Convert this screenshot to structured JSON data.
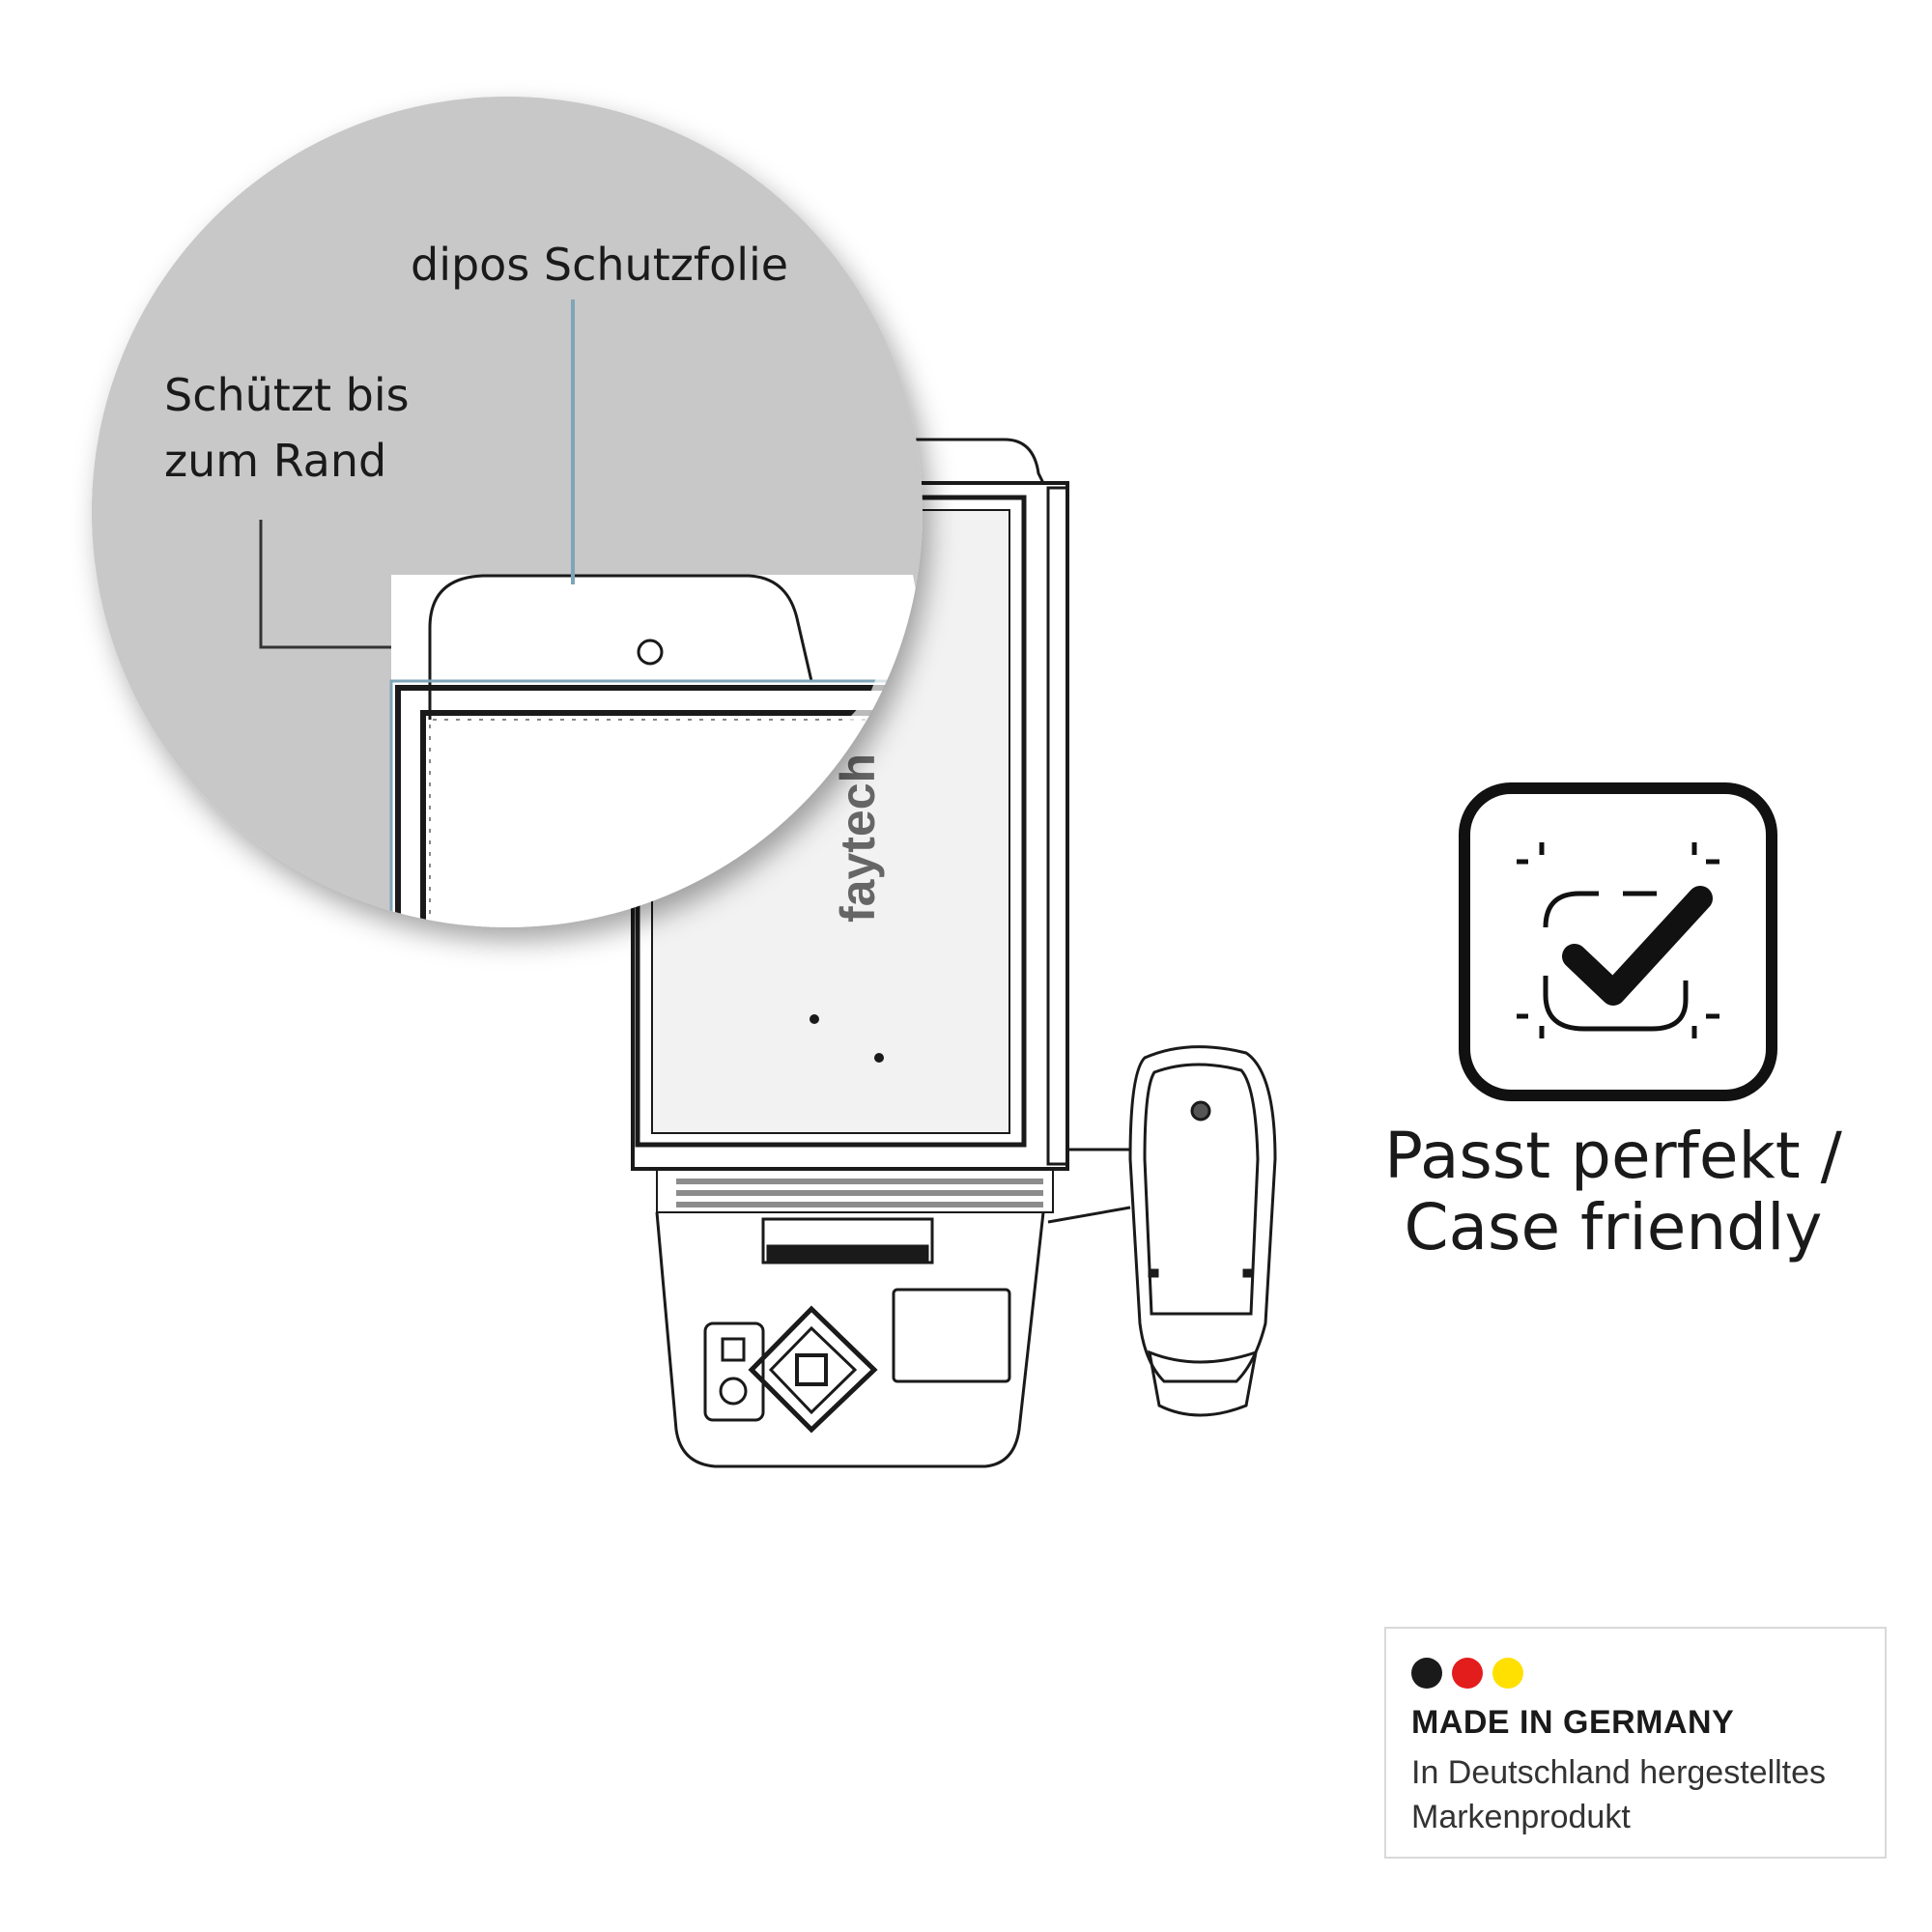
{
  "callouts": {
    "film_label": "dipos Schutzfolie",
    "edge_label": "Schützt bis\nzum Rand"
  },
  "device": {
    "brand_text": "faytech"
  },
  "feature": {
    "icon": "checkmark-frame-icon",
    "caption": "Passt perfekt /\nCase friendly"
  },
  "badge": {
    "title": "MADE IN GERMANY",
    "subtitle": "In Deutschland hergestelltes\nMarkenprodukt",
    "flag_colors": [
      "#1a1a1a",
      "#e31c1c",
      "#ffe000"
    ]
  },
  "colors": {
    "magnifier_bg": "#c8c8c8",
    "film_accent": "#7fa6b8"
  }
}
